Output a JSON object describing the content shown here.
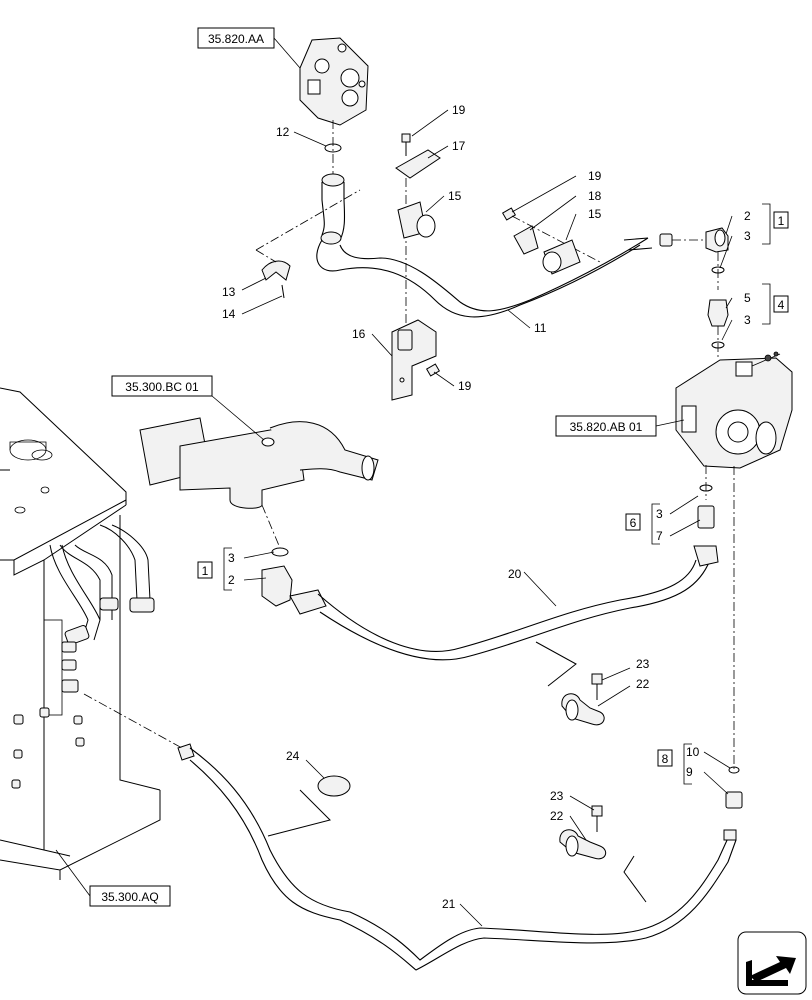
{
  "refs": {
    "r1": "35.820.AA",
    "r2": "35.300.BC 01",
    "r3": "35.820.AB 01",
    "r4": "35.300.AQ"
  },
  "kits": {
    "k1": "1",
    "k4": "4",
    "k6": "6",
    "k1b": "1",
    "k8": "8"
  },
  "callouts": {
    "c12": "12",
    "c19a": "19",
    "c17": "17",
    "c15a": "15",
    "c19b": "19",
    "c18": "18",
    "c15b": "15",
    "c2a": "2",
    "c3a": "3",
    "c5": "5",
    "c3b": "3",
    "c13": "13",
    "c14": "14",
    "c11": "11",
    "c16": "16",
    "c19c": "19",
    "c3c": "3",
    "c7": "7",
    "c3d": "3",
    "c2b": "2",
    "c20": "20",
    "c23a": "23",
    "c22a": "22",
    "c24": "24",
    "c10": "10",
    "c9": "9",
    "c23b": "23",
    "c22b": "22",
    "c21": "21"
  },
  "nav": {
    "icon": "next-page-arrow-icon"
  }
}
